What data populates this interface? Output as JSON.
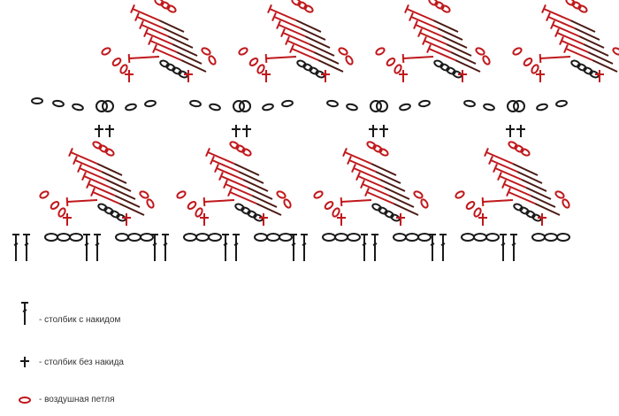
{
  "colors": {
    "black": "#1a1a1a",
    "red": "#c0181c",
    "brown": "#4a1a14"
  },
  "diagram": {
    "top_row_motifs": 4,
    "bottom_row_motifs": 4,
    "stitches_per_fan": 6
  },
  "legend": [
    {
      "symbol": "double-crochet",
      "label": "- столбик с накидом"
    },
    {
      "symbol": "single-crochet",
      "label": "- столбик без накида"
    },
    {
      "symbol": "chain-stitch",
      "label": "- воздушная петля"
    }
  ]
}
